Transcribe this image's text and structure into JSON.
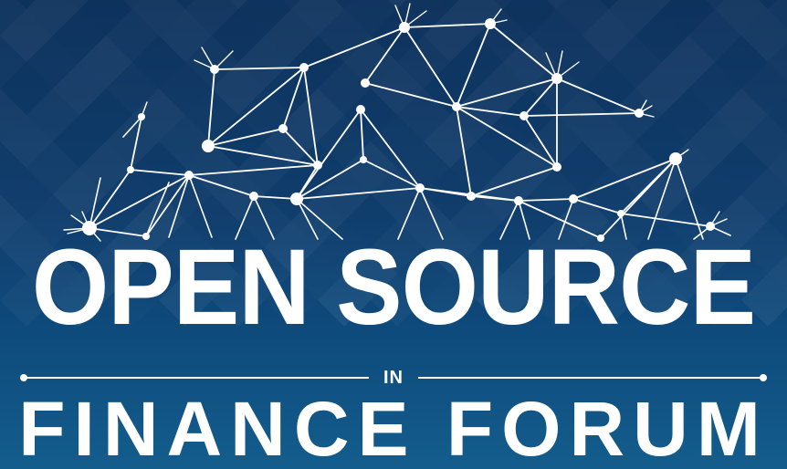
{
  "banner": {
    "line1": "OPEN SOURCE",
    "connector": "IN",
    "line2": "FINANCE FORUM"
  },
  "colors": {
    "background_dark": "#0a2f5a",
    "background_light": "#135d8c",
    "foreground": "#ffffff"
  },
  "icons": [
    "network-graph-icon"
  ]
}
